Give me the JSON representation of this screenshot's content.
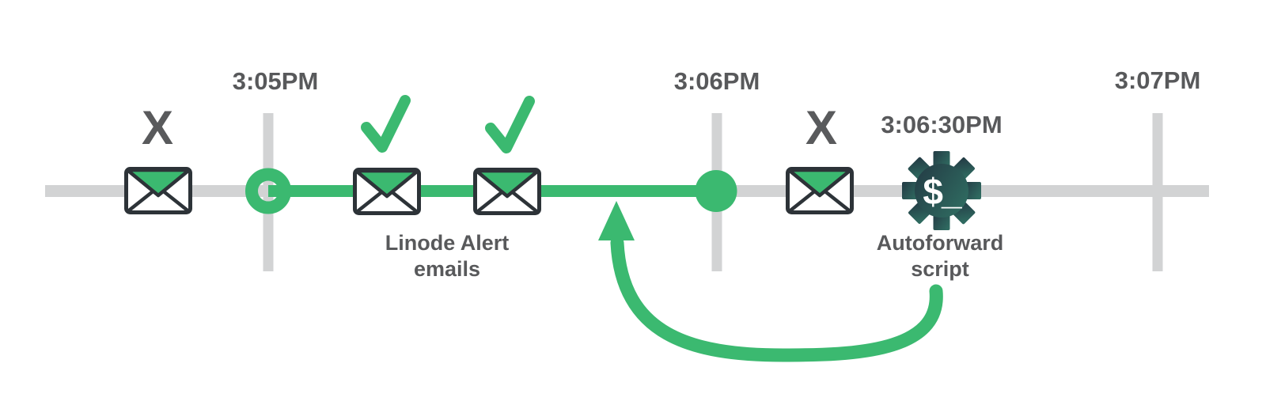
{
  "colors": {
    "green": "#3bb970",
    "line_gray": "#d2d3d4",
    "text_gray": "#58595b",
    "mark_gray": "#595a5c",
    "envelope_outline": "#2d3338",
    "envelope_fill": "#ffffff",
    "gear_gradient_start": "#233a44",
    "gear_gradient_end": "#2f6a60",
    "prompt_white": "#ffffff"
  },
  "timeline": {
    "ticks": [
      {
        "label": "3:05PM"
      },
      {
        "label": "3:06PM"
      },
      {
        "label": "3:07PM"
      }
    ],
    "events": [
      {
        "type": "email",
        "result": "not-delivered",
        "mark": "x"
      },
      {
        "type": "email",
        "result": "delivered",
        "mark": "check"
      },
      {
        "type": "email",
        "result": "delivered",
        "mark": "check"
      },
      {
        "type": "email",
        "result": "not-delivered",
        "mark": "x"
      },
      {
        "type": "script",
        "result": "runs",
        "time": "3:06:30PM"
      }
    ]
  },
  "labels": {
    "x_mark": "X",
    "linode_alert_line1": "Linode Alert",
    "linode_alert_line2": "emails",
    "autoforward_time": "3:06:30PM",
    "autoforward_line1": "Autoforward",
    "autoforward_line2": "script",
    "gear_prompt": "$_"
  }
}
